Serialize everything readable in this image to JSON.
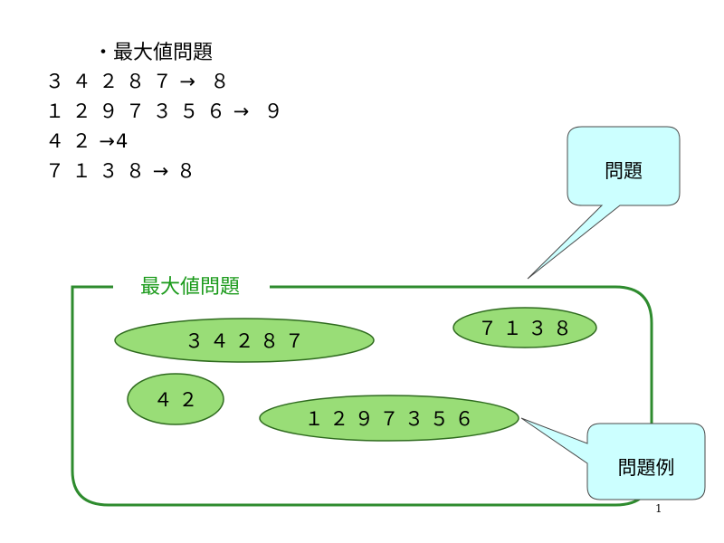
{
  "heading": "・最大値問題",
  "examples": [
    "３ ４ ２ ８ ７ →  ８",
    "１ ２ ９ ７ ３ ５ ６ →  ９",
    "４ ２ →4",
    "７ １ ３ ８ → ８"
  ],
  "set": {
    "label": "最大値問題",
    "instances": [
      "３ ４ ２ ８ ７",
      "７ １ ３ ８",
      "４ ２",
      "１ ２ ９ ７ ３ ５ ６"
    ]
  },
  "callouts": {
    "problem": "問題",
    "instance": "問題例"
  },
  "page_number": "1",
  "colors": {
    "ellipse_fill": "#99dd77",
    "ellipse_stroke": "#2f6b1f",
    "frame_stroke": "#2e8b2e",
    "frame_label": "#1a9a1a",
    "callout_fill": "#ccffff",
    "callout_stroke": "#4a4a4a"
  }
}
